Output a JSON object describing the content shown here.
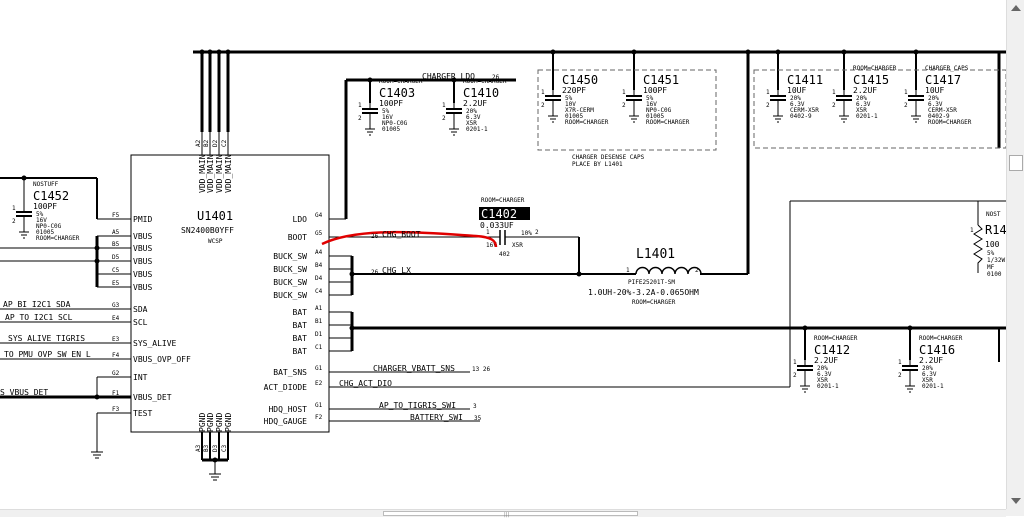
{
  "chip": {
    "refdes": "U1401",
    "part": "SN2400B0YFF",
    "pkg": "WCSP",
    "left_pins": [
      {
        "pin": "F5",
        "name": "PMID"
      },
      {
        "pin": "A5",
        "name": "VBUS"
      },
      {
        "pin": "B5",
        "name": "VBUS"
      },
      {
        "pin": "D5",
        "name": "VBUS"
      },
      {
        "pin": "C5",
        "name": "VBUS"
      },
      {
        "pin": "E5",
        "name": "VBUS"
      },
      {
        "pin": "G3",
        "name": "SDA"
      },
      {
        "pin": "E4",
        "name": "SCL"
      },
      {
        "pin": "E3",
        "name": "SYS_ALIVE"
      },
      {
        "pin": "F4",
        "name": "VBUS_OVP_OFF"
      },
      {
        "pin": "G2",
        "name": "INT"
      },
      {
        "pin": "F1",
        "name": "VBUS_DET"
      },
      {
        "pin": "F3",
        "name": "TEST"
      }
    ],
    "right_pins": [
      {
        "pin": "G4",
        "name": "LDO"
      },
      {
        "pin": "G5",
        "name": "BOOT"
      },
      {
        "pin": "A4",
        "name": "BUCK_SW"
      },
      {
        "pin": "B4",
        "name": "BUCK_SW"
      },
      {
        "pin": "D4",
        "name": "BUCK_SW"
      },
      {
        "pin": "C4",
        "name": "BUCK_SW"
      },
      {
        "pin": "A1",
        "name": "BAT"
      },
      {
        "pin": "B1",
        "name": "BAT"
      },
      {
        "pin": "D1",
        "name": "BAT"
      },
      {
        "pin": "C1",
        "name": "BAT"
      },
      {
        "pin": "G1",
        "name": "BAT_SNS"
      },
      {
        "pin": "E2",
        "name": "ACT_DIODE"
      },
      {
        "pin": "G1",
        "name": "HDQ_HOST"
      },
      {
        "pin": "F2",
        "name": "HDQ_GAUGE"
      }
    ],
    "top_pins": [
      {
        "pin": "A2",
        "name": "VDD_MAIN"
      },
      {
        "pin": "B2",
        "name": "VDD_MAIN"
      },
      {
        "pin": "D2",
        "name": "VDD_MAIN"
      },
      {
        "pin": "C2",
        "name": "VDD_MAIN"
      }
    ],
    "bottom_pins": [
      {
        "pin": "A3",
        "name": "PGND"
      },
      {
        "pin": "B3",
        "name": "PGND"
      },
      {
        "pin": "D3",
        "name": "PGND"
      },
      {
        "pin": "C3",
        "name": "PGND"
      }
    ]
  },
  "nets": {
    "charger_ldo": "CHARGER_LDO",
    "charger_ldo_ref": "26",
    "chg_boot": "CHG_BOOT",
    "chg_boot_ref": "26",
    "chg_lx": "CHG_LX",
    "chg_lx_ref": "26",
    "charger_vbatt_sns": "CHARGER_VBATT_SNS",
    "charger_vbatt_sns_ref": "13 26",
    "chg_act_dio": "CHG_ACT_DIO",
    "ap_to_tigris_swi": "AP_TO_TIGRIS_SWI",
    "ap_to_tigris_swi_ref": "3",
    "battery_swi": "BATTERY_SWI",
    "battery_swi_ref": "35",
    "ap_bi_i2c1_sda": "AP_BI_I2C1_SDA",
    "ap_to_i2c1_scl": "AP_TO_I2C1_SCL",
    "sys_alive_tigris": "SYS_ALIVE_TIGRIS",
    "to_pmu_ovp_sw_en_l": "TO_PMU_OVP_SW_EN_L",
    "s_vbus_det": "S_VBUS_DET"
  },
  "caps": {
    "c1452": {
      "ref": "C1452",
      "val": "100PF",
      "l1": "5%",
      "l2": "16V",
      "l3": "NP0-C0G",
      "l4": "01005",
      "l5": "ROOM=CHARGER",
      "top": "NOSTUFF",
      "pin1": "1",
      "pin2": "2"
    },
    "c1403": {
      "ref": "C1403",
      "val": "100PF",
      "l1": "5%",
      "l2": "16V",
      "l3": "NP0-C0G",
      "l4": "01005",
      "top": "ROOM=CHARGER",
      "pin1": "1",
      "pin2": "2"
    },
    "c1410": {
      "ref": "C1410",
      "val": "2.2UF",
      "l1": "20%",
      "l2": "6.3V",
      "l3": "X5R",
      "l4": "0201-1",
      "top": "ROOM=CHARGER",
      "pin1": "1",
      "pin2": "2"
    },
    "c1450": {
      "ref": "C1450",
      "val": "220PF",
      "l1": "5%",
      "l2": "10V",
      "l3": "X7R-CERM",
      "l4": "01005",
      "l5": "ROOM=CHARGER",
      "pin1": "1",
      "pin2": "2"
    },
    "c1451": {
      "ref": "C1451",
      "val": "100PF",
      "l1": "5%",
      "l2": "16V",
      "l3": "NP0-C0G",
      "l4": "01005",
      "l5": "ROOM=CHARGER",
      "pin1": "1",
      "pin2": "2"
    },
    "c1411": {
      "ref": "C1411",
      "val": "10UF",
      "l1": "20%",
      "l2": "6.3V",
      "l3": "CERM-X5R",
      "l4": "0402-9",
      "pin1": "1",
      "pin2": "2"
    },
    "c1415": {
      "ref": "C1415",
      "val": "2.2UF",
      "l1": "20%",
      "l2": "6.3V",
      "l3": "X5R",
      "l4": "0201-1",
      "top": "ROOM=CHARGER",
      "pin1": "1",
      "pin2": "2"
    },
    "c1417": {
      "ref": "C1417",
      "val": "10UF",
      "l1": "20%",
      "l2": "6.3V",
      "l3": "CERM-X5R",
      "l4": "0402-9",
      "l5": "ROOM=CHARGER",
      "top": "CHARGER_CAPS",
      "pin1": "1",
      "pin2": "2"
    },
    "c1402": {
      "ref": "C1402",
      "val": "0.033UF",
      "tol": "10%",
      "volt": "16V",
      "diel": "X5R",
      "size": "402",
      "top": "ROOM=CHARGER",
      "pin1": "1",
      "pin2": "2"
    },
    "c1412": {
      "ref": "C1412",
      "val": "2.2UF",
      "l1": "20%",
      "l2": "6.3V",
      "l3": "X5R",
      "l4": "0201-1",
      "top": "ROOM=CHARGER",
      "pin1": "1",
      "pin2": "2"
    },
    "c1416": {
      "ref": "C1416",
      "val": "2.2UF",
      "l1": "20%",
      "l2": "6.3V",
      "l3": "X5R",
      "l4": "0201-1",
      "top": "ROOM=CHARGER",
      "pin1": "1",
      "pin2": "2"
    }
  },
  "inductor": {
    "ref": "L1401",
    "part": "PIFE25201T-SM",
    "spec": "1.0UH-20%-3.2A-0.065OHM",
    "room": "ROOM=CHARGER",
    "pin1": "1",
    "pin2": "2"
  },
  "resistor": {
    "ref": "R14",
    "val": "100",
    "top": "NOST",
    "l1": "5%",
    "l2": "1/32W",
    "l3": "MF",
    "l4": "0100",
    "pin1": "1"
  },
  "notes": {
    "charger_desense_1": "CHARGER DESENSE CAPS",
    "charger_desense_2": "PLACE BY L1401"
  }
}
